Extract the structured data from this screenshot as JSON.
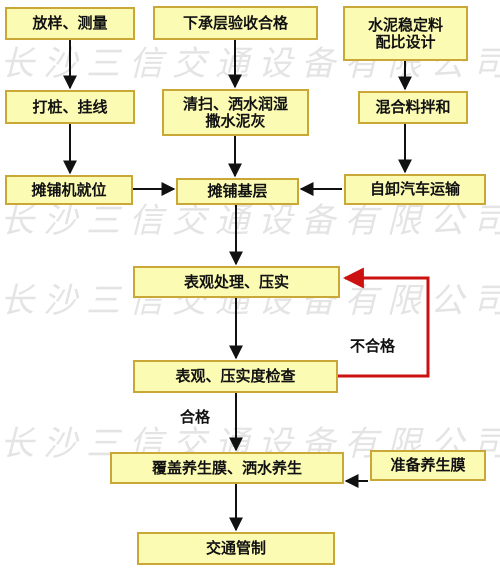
{
  "watermark": "长沙三信交通设备有限公司",
  "colors": {
    "box_fill": "#fbfbb4",
    "box_border": "#c9a838",
    "arrow": "#111111",
    "reject_arrow": "#cc1111"
  },
  "steps": {
    "layout": "放样、测量",
    "subgrade_check": "下承层验收合格",
    "mix_design": [
      "水泥稳定料",
      "配比设计"
    ],
    "staking": "打桩、挂线",
    "clean_wet": [
      "清扫、洒水润湿",
      "撒水泥灰"
    ],
    "mixing": "混合料拌和",
    "paver": "摊铺机就位",
    "spread": "摊铺基层",
    "truck": "自卸汽车运输",
    "finish": "表观处理、压实",
    "inspect": "表观、压实度检查",
    "cure": "覆盖养生膜、洒水养生",
    "prepare_film": "准备养生膜",
    "traffic": "交通管制"
  },
  "edge_labels": {
    "fail": "不合格",
    "pass": "合格"
  }
}
